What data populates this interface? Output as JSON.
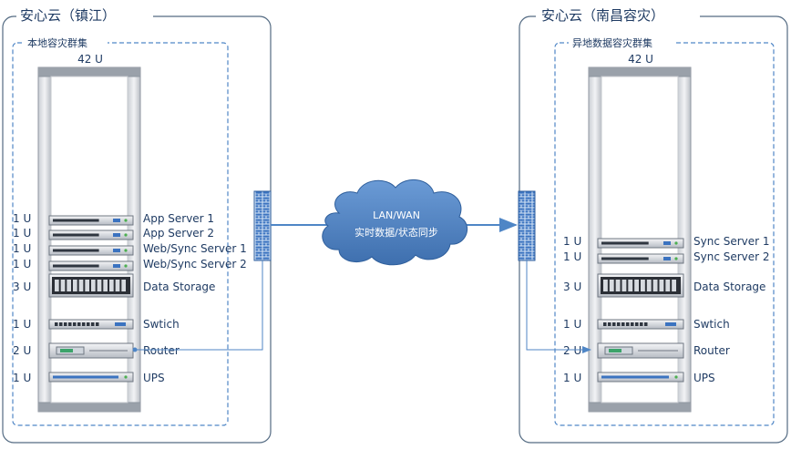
{
  "left_site": {
    "title": "安心云（镇江）",
    "cluster_label": "本地容灾群集",
    "rack_units": "42 U",
    "devices": [
      {
        "u": "1 U",
        "label": "App Server 1",
        "kind": "server"
      },
      {
        "u": "1 U",
        "label": "App Server 2",
        "kind": "server"
      },
      {
        "u": "1 U",
        "label": "Web/Sync Server 1",
        "kind": "server"
      },
      {
        "u": "1 U",
        "label": "Web/Sync Server 2",
        "kind": "server"
      },
      {
        "u": "3 U",
        "label": "Data Storage",
        "kind": "storage"
      },
      {
        "u": "1 U",
        "label": "Swtich",
        "kind": "switch"
      },
      {
        "u": "2 U",
        "label": "Router",
        "kind": "router"
      },
      {
        "u": "1 U",
        "label": "UPS",
        "kind": "ups"
      }
    ]
  },
  "right_site": {
    "title": "安心云（南昌容灾）",
    "cluster_label": "异地数据容灾群集",
    "rack_units": "42 U",
    "devices": [
      {
        "u": "1 U",
        "label": "Sync Server 1",
        "kind": "server"
      },
      {
        "u": "1 U",
        "label": "Sync Server 2",
        "kind": "server"
      },
      {
        "u": "3 U",
        "label": "Data Storage",
        "kind": "storage"
      },
      {
        "u": "1 U",
        "label": "Swtich",
        "kind": "switch"
      },
      {
        "u": "2 U",
        "label": "Router",
        "kind": "router"
      },
      {
        "u": "1 U",
        "label": "UPS",
        "kind": "ups"
      }
    ]
  },
  "cloud": {
    "line1": "LAN/WAN",
    "line2": "实时数据/状态同步"
  },
  "colors": {
    "border": "#536a82",
    "accent": "#4f86c6",
    "cloud_fill": "#4f81bd",
    "text": "#1f3b63"
  }
}
